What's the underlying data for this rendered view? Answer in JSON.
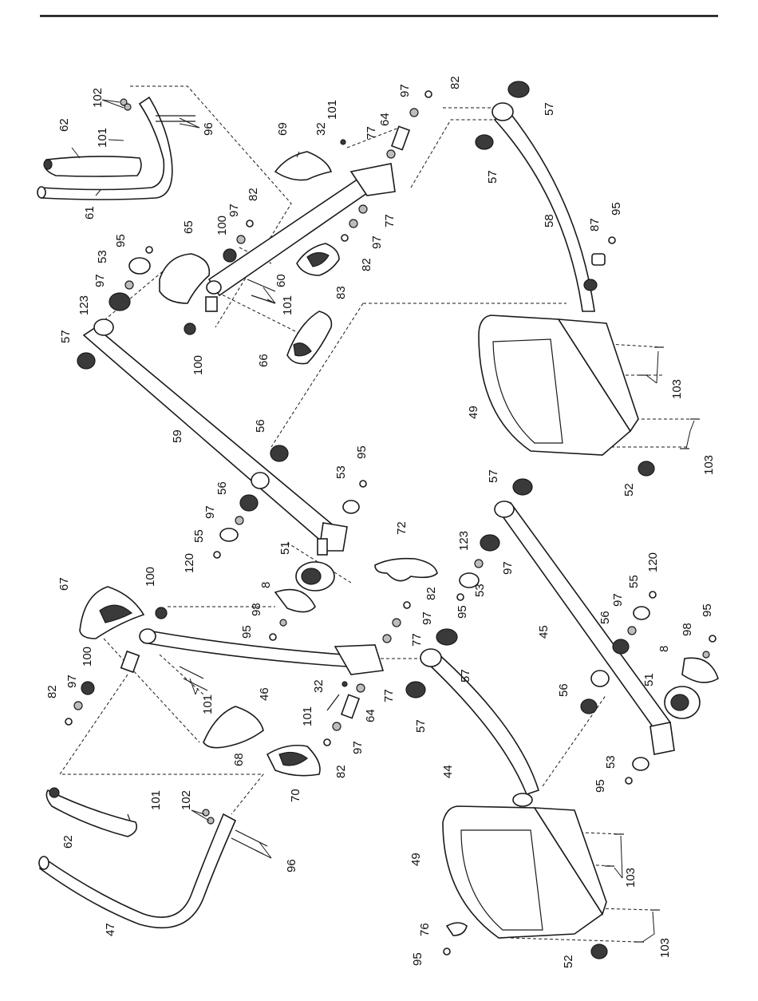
{
  "diagram": {
    "callouts": [
      {
        "id": "c1",
        "text": "102"
      },
      {
        "id": "c2",
        "text": "96"
      },
      {
        "id": "c3",
        "text": "62"
      },
      {
        "id": "c4",
        "text": "101"
      },
      {
        "id": "c5",
        "text": "61"
      },
      {
        "id": "c6",
        "text": "69"
      },
      {
        "id": "c7",
        "text": "32"
      },
      {
        "id": "c8",
        "text": "101"
      },
      {
        "id": "c9",
        "text": "64"
      },
      {
        "id": "c10",
        "text": "77"
      },
      {
        "id": "c11",
        "text": "97"
      },
      {
        "id": "c12",
        "text": "82"
      },
      {
        "id": "c13",
        "text": "57"
      },
      {
        "id": "c14",
        "text": "57"
      },
      {
        "id": "c15",
        "text": "65"
      },
      {
        "id": "c16",
        "text": "100"
      },
      {
        "id": "c17",
        "text": "97"
      },
      {
        "id": "c18",
        "text": "82"
      },
      {
        "id": "c19",
        "text": "77"
      },
      {
        "id": "c20",
        "text": "97"
      },
      {
        "id": "c21",
        "text": "82"
      },
      {
        "id": "c22",
        "text": "83"
      },
      {
        "id": "c23",
        "text": "60"
      },
      {
        "id": "c24",
        "text": "101"
      },
      {
        "id": "c25",
        "text": "58"
      },
      {
        "id": "c26",
        "text": "87"
      },
      {
        "id": "c27",
        "text": "95"
      },
      {
        "id": "c28",
        "text": "95"
      },
      {
        "id": "c29",
        "text": "53"
      },
      {
        "id": "c30",
        "text": "97"
      },
      {
        "id": "c31",
        "text": "123"
      },
      {
        "id": "c32",
        "text": "57"
      },
      {
        "id": "c33",
        "text": "100"
      },
      {
        "id": "c34",
        "text": "66"
      },
      {
        "id": "c35",
        "text": "49"
      },
      {
        "id": "c36",
        "text": "103"
      },
      {
        "id": "c37",
        "text": "103"
      },
      {
        "id": "c38",
        "text": "59"
      },
      {
        "id": "c39",
        "text": "56"
      },
      {
        "id": "c40",
        "text": "52"
      },
      {
        "id": "c41",
        "text": "56"
      },
      {
        "id": "c42",
        "text": "53"
      },
      {
        "id": "c43",
        "text": "95"
      },
      {
        "id": "c44",
        "text": "97"
      },
      {
        "id": "c45",
        "text": "55"
      },
      {
        "id": "c46",
        "text": "120"
      },
      {
        "id": "c47",
        "text": "72"
      },
      {
        "id": "c48",
        "text": "57"
      },
      {
        "id": "c49",
        "text": "123"
      },
      {
        "id": "c50",
        "text": "97"
      },
      {
        "id": "c51",
        "text": "53"
      },
      {
        "id": "c52",
        "text": "95"
      },
      {
        "id": "c53",
        "text": "51"
      },
      {
        "id": "c54",
        "text": "8"
      },
      {
        "id": "c55",
        "text": "98"
      },
      {
        "id": "c56",
        "text": "95"
      },
      {
        "id": "c57",
        "text": "82"
      },
      {
        "id": "c58",
        "text": "97"
      },
      {
        "id": "c59",
        "text": "77"
      },
      {
        "id": "c60",
        "text": "45"
      },
      {
        "id": "c61",
        "text": "56"
      },
      {
        "id": "c62",
        "text": "97"
      },
      {
        "id": "c63",
        "text": "55"
      },
      {
        "id": "c64",
        "text": "120"
      },
      {
        "id": "c65",
        "text": "67"
      },
      {
        "id": "c66",
        "text": "100"
      },
      {
        "id": "c67",
        "text": "100"
      },
      {
        "id": "c68",
        "text": "97"
      },
      {
        "id": "c69",
        "text": "82"
      },
      {
        "id": "c70",
        "text": "101"
      },
      {
        "id": "c71",
        "text": "46"
      },
      {
        "id": "c72",
        "text": "32"
      },
      {
        "id": "c73",
        "text": "101"
      },
      {
        "id": "c74",
        "text": "77"
      },
      {
        "id": "c75",
        "text": "64"
      },
      {
        "id": "c76",
        "text": "97"
      },
      {
        "id": "c77",
        "text": "82"
      },
      {
        "id": "c78",
        "text": "57"
      },
      {
        "id": "c79",
        "text": "57"
      },
      {
        "id": "c80",
        "text": "8"
      },
      {
        "id": "c81",
        "text": "98"
      },
      {
        "id": "c82",
        "text": "95"
      },
      {
        "id": "c83",
        "text": "51"
      },
      {
        "id": "c84",
        "text": "56"
      },
      {
        "id": "c85",
        "text": "68"
      },
      {
        "id": "c86",
        "text": "70"
      },
      {
        "id": "c87",
        "text": "53"
      },
      {
        "id": "c88",
        "text": "95"
      },
      {
        "id": "c89",
        "text": "44"
      },
      {
        "id": "c90",
        "text": "62"
      },
      {
        "id": "c91",
        "text": "101"
      },
      {
        "id": "c92",
        "text": "102"
      },
      {
        "id": "c93",
        "text": "96"
      },
      {
        "id": "c94",
        "text": "47"
      },
      {
        "id": "c95",
        "text": "49"
      },
      {
        "id": "c96",
        "text": "103"
      },
      {
        "id": "c97",
        "text": "76"
      },
      {
        "id": "c98",
        "text": "95"
      },
      {
        "id": "c99",
        "text": "103"
      },
      {
        "id": "c100",
        "text": "52"
      }
    ]
  }
}
